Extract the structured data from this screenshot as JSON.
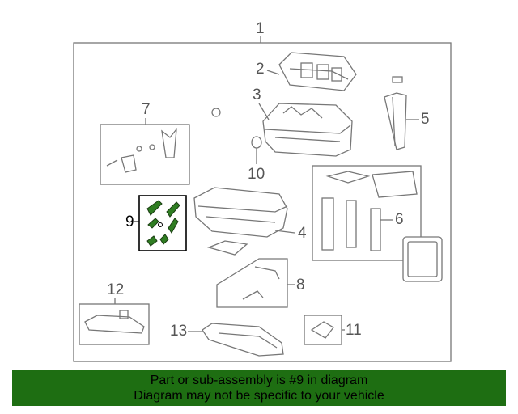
{
  "callouts": {
    "c1": "1",
    "c2": "2",
    "c3": "3",
    "c4": "4",
    "c5": "5",
    "c6": "6",
    "c7": "7",
    "c8": "8",
    "c9": "9",
    "c10": "10",
    "c11": "11",
    "c12": "12",
    "c13": "13"
  },
  "banner": {
    "line1": "Part or sub-assembly is #9 in diagram",
    "line2": "Diagram may not be specific to your vehicle"
  },
  "colors": {
    "banner_bg": "#1e6e12",
    "part_highlight": "#2f7d22",
    "line": "#777777"
  }
}
